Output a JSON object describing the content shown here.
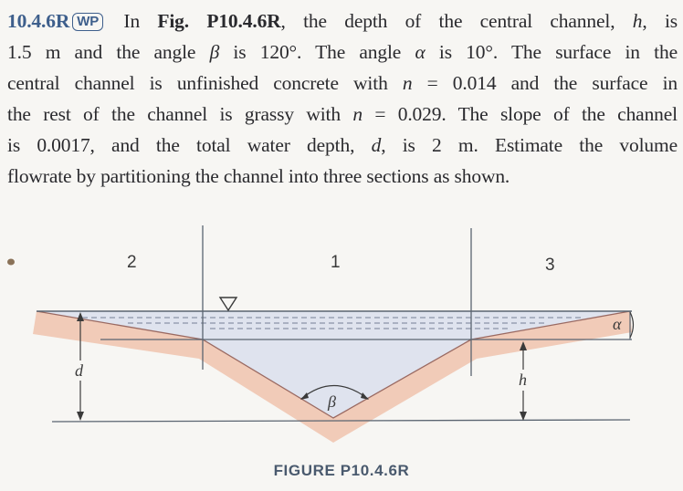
{
  "problem": {
    "number": "10.4.6R",
    "badge": "WP",
    "lines": [
      {
        "pre": " In ",
        "bold": "Fig. P10.4.6R",
        "post": ", the depth of the central channel, ",
        "var": "h",
        "end": ", is"
      },
      {
        "a": "1.5 m and the angle ",
        "v1": "β",
        "b": " is 120°. The angle ",
        "v2": "α",
        "c": " is 10°. The surface in the"
      },
      {
        "a": "central channel is unfinished concrete with ",
        "v": "n",
        "b": " = 0.014 and the surface in"
      },
      {
        "a": "the rest of the channel is grassy with ",
        "v": "n",
        "b": " = 0.029. The slope of the channel"
      },
      {
        "a": "is 0.0017, and the total water depth, ",
        "v": "d",
        "b": ", is 2 m. Estimate the volume"
      },
      {
        "a": "flowrate by partitioning the channel into three sections as shown."
      }
    ]
  },
  "figure": {
    "section_labels": [
      "2",
      "1",
      "3"
    ],
    "symbols": {
      "depth_total": "d",
      "depth_central": "h",
      "angle_beta": "β",
      "angle_alpha": "α"
    },
    "colors": {
      "water": "#dfe3ee",
      "soil": "#f1cbb8",
      "line": "#5a6470",
      "soil_edge": "#b9857a"
    },
    "caption": "FIGURE P10.4.6R"
  }
}
